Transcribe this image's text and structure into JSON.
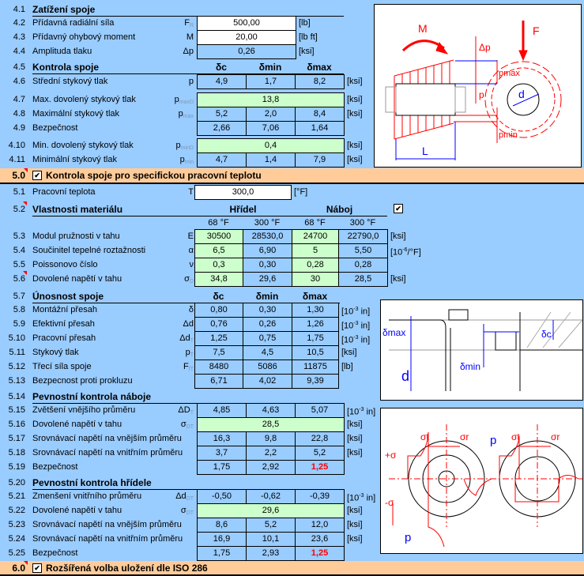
{
  "sections": {
    "s5_label": "Kontrola spoje pro specifickou pracovní teplotu",
    "s5_num": "5.0",
    "s6_label": "Rozšířená volba uložení dle ISO 286",
    "s6_num": "6.0",
    "checked_glyph": "✔"
  },
  "col_headers": [
    "δc",
    "δmin",
    "δmax"
  ],
  "material": {
    "shaft": "Hřídel",
    "hub": "Náboj",
    "temps": [
      "68 °F",
      "300 °F",
      "68 °F",
      "300 °F"
    ]
  },
  "rows": [
    {
      "num": "4.1",
      "label": "Zatížení spoje",
      "head": true
    },
    {
      "num": "4.2",
      "label": "Přídavná radiální síla",
      "sym": "F",
      "sub": "R",
      "span": true,
      "cells": [
        {
          "v": "500,00",
          "t": "input"
        }
      ],
      "unit": "[lb]"
    },
    {
      "num": "4.3",
      "label": "Přídavný ohybový moment",
      "sym": "M",
      "span": true,
      "cells": [
        {
          "v": "20,00",
          "t": "input"
        }
      ],
      "unit": "[lb ft]"
    },
    {
      "num": "4.4",
      "label": "Amplituda tlaku",
      "sym": "Δp",
      "span": true,
      "cells": [
        {
          "v": "0,26"
        }
      ],
      "unit": "[ksi]"
    },
    {
      "num": "4.5",
      "label": "Kontrola spoje",
      "head": true,
      "colh": true
    },
    {
      "num": "4.6",
      "label": "Střední stykový tlak",
      "sym": "p",
      "cells": [
        {
          "v": "4,9"
        },
        {
          "v": "1,7"
        },
        {
          "v": "8,2"
        }
      ],
      "unit": "[ksi]"
    },
    {
      "num": "4.7",
      "label": "Max. dovolený stykový tlak",
      "sym": "p",
      "sub": "maxD",
      "full": true,
      "cells": [
        {
          "v": "13,8",
          "t": "green"
        }
      ],
      "unit": "[ksi]"
    },
    {
      "num": "4.8",
      "label": "Maximální stykový tlak",
      "sym": "p",
      "sub": "max",
      "cells": [
        {
          "v": "5,2"
        },
        {
          "v": "2,0"
        },
        {
          "v": "8,4"
        }
      ],
      "unit": "[ksi]"
    },
    {
      "num": "4.9",
      "label": "Bezpečnost",
      "cells": [
        {
          "v": "2,66"
        },
        {
          "v": "7,06"
        },
        {
          "v": "1,64"
        }
      ]
    },
    {
      "num": "4.10",
      "label": "Min. dovolený stykový tlak",
      "sym": "p",
      "sub": "minD",
      "full": true,
      "cells": [
        {
          "v": "0,4",
          "t": "green"
        }
      ],
      "unit": "[ksi]"
    },
    {
      "num": "4.11",
      "label": "Minimální stykový tlak",
      "sym": "p",
      "sub": "min",
      "cells": [
        {
          "v": "4,7"
        },
        {
          "v": "1,4"
        },
        {
          "v": "7,9"
        }
      ],
      "unit": "[ksi]"
    },
    {
      "num": "5.1",
      "label": "Pracovní teplota",
      "sym": "T",
      "span": true,
      "cells": [
        {
          "v": "300,0",
          "t": "input"
        }
      ],
      "unit": "[°F]"
    },
    {
      "num": "5.2",
      "label": "Vlastnosti materiálu",
      "head": true,
      "mat": true
    },
    {
      "num": "5.3",
      "label": "Modul pružnosti v tahu",
      "sym": "E",
      "four": true,
      "cells": [
        {
          "v": "30500",
          "t": "green"
        },
        {
          "v": "28530,0"
        },
        {
          "v": "24700",
          "t": "green"
        },
        {
          "v": "22790,0"
        }
      ],
      "unit": "[ksi]"
    },
    {
      "num": "5.4",
      "label": "Součinitel tepelné roztažnosti",
      "sym": "α",
      "four": true,
      "cells": [
        {
          "v": "6,5",
          "t": "green"
        },
        {
          "v": "6,90"
        },
        {
          "v": "5",
          "t": "green"
        },
        {
          "v": "5,50"
        }
      ],
      "unit": "[10",
      "unit_sup": "-6",
      "unit_end": "/°F]"
    },
    {
      "num": "5.5",
      "label": "Poissonovo číslo",
      "sym": "ν",
      "four": true,
      "cells": [
        {
          "v": "0,3",
          "t": "green"
        },
        {
          "v": "0,30"
        },
        {
          "v": "0,28",
          "t": "green"
        },
        {
          "v": "0,28"
        }
      ]
    },
    {
      "num": "5.6",
      "label": "Dovolené napětí v tahu",
      "sym": "σ",
      "sub": "D",
      "four": true,
      "cells": [
        {
          "v": "34,8",
          "t": "green"
        },
        {
          "v": "29,6"
        },
        {
          "v": "30",
          "t": "green"
        },
        {
          "v": "28,5"
        }
      ],
      "unit": "[ksi]"
    },
    {
      "num": "5.7",
      "label": "Únosnost spoje",
      "head": true,
      "colh": true,
      "narrow": true
    },
    {
      "num": "5.8",
      "label": "Montážní přesah",
      "sym": "δ",
      "narrow": true,
      "cells": [
        {
          "v": "0,80"
        },
        {
          "v": "0,30"
        },
        {
          "v": "1,30"
        }
      ],
      "unit": "[10",
      "unit_sup": "-3",
      "unit_end": " in]"
    },
    {
      "num": "5.9",
      "label": "Efektivní přesah",
      "sym": "Δd",
      "narrow": true,
      "cells": [
        {
          "v": "0,76"
        },
        {
          "v": "0,26"
        },
        {
          "v": "1,26"
        }
      ],
      "unit": "[10",
      "unit_sup": "-3",
      "unit_end": " in]"
    },
    {
      "num": "5.10",
      "label": "Pracovní přesah",
      "sym": "Δd",
      "sub": "T",
      "narrow": true,
      "cells": [
        {
          "v": "1,25"
        },
        {
          "v": "0,75"
        },
        {
          "v": "1,75"
        }
      ],
      "unit": "[10",
      "unit_sup": "-3",
      "unit_end": " in]"
    },
    {
      "num": "5.11",
      "label": "Stykový tlak",
      "sym": "p",
      "sub": "T",
      "narrow": true,
      "cells": [
        {
          "v": "7,5"
        },
        {
          "v": "4,5"
        },
        {
          "v": "10,5"
        }
      ],
      "unit": "[ksi]"
    },
    {
      "num": "5.12",
      "label": "Třecí síla spoje",
      "sym": "F",
      "sub": "fT",
      "narrow": true,
      "cells": [
        {
          "v": "8480"
        },
        {
          "v": "5086"
        },
        {
          "v": "11875"
        }
      ],
      "unit": "[lb]"
    },
    {
      "num": "5.13",
      "label": "Bezpecnost proti prokluzu",
      "narrow": true,
      "cells": [
        {
          "v": "6,71"
        },
        {
          "v": "4,02"
        },
        {
          "v": "9,39"
        }
      ]
    },
    {
      "num": "5.14",
      "label": "Pevnostní kontrola náboje",
      "head": true
    },
    {
      "num": "5.15",
      "label": "Zvětšení vnějšího průměru",
      "sym": "ΔD",
      "sub": "T",
      "cells": [
        {
          "v": "4,85"
        },
        {
          "v": "4,63"
        },
        {
          "v": "5,07"
        }
      ],
      "unit": "[10",
      "unit_sup": "-3",
      "unit_end": " in]"
    },
    {
      "num": "5.16",
      "label": "Dovolené napětí v tahu",
      "sym": "σ",
      "sub": "DT",
      "full": true,
      "cells": [
        {
          "v": "28,5",
          "t": "green"
        }
      ],
      "unit": "[ksi]"
    },
    {
      "num": "5.17",
      "label": "Srovnávací napětí na vnějším průměru",
      "cells": [
        {
          "v": "16,3"
        },
        {
          "v": "9,8"
        },
        {
          "v": "22,8"
        }
      ],
      "unit": "[ksi]"
    },
    {
      "num": "5.18",
      "label": "Srovnávací napětí na vnitřním průměru",
      "cells": [
        {
          "v": "3,7"
        },
        {
          "v": "2,2"
        },
        {
          "v": "5,2"
        }
      ],
      "unit": "[ksi]"
    },
    {
      "num": "5.19",
      "label": "Bezpečnost",
      "cells": [
        {
          "v": "1,75"
        },
        {
          "v": "2,92"
        },
        {
          "v": "1,25",
          "t": "red"
        }
      ]
    },
    {
      "num": "5.20",
      "label": "Pevnostní kontrola hřídele",
      "head": true
    },
    {
      "num": "5.21",
      "label": "Zmenšení vnitřního průměru",
      "sym": "Δd",
      "sub": "DT",
      "cells": [
        {
          "v": "-0,50"
        },
        {
          "v": "-0,62"
        },
        {
          "v": "-0,39"
        }
      ],
      "unit": "[10",
      "unit_sup": "-3",
      "unit_end": " in]"
    },
    {
      "num": "5.22",
      "label": "Dovolené napětí v tahu",
      "sym": "σ",
      "sub": "DT",
      "full": true,
      "cells": [
        {
          "v": "29,6",
          "t": "green"
        }
      ],
      "unit": "[ksi]"
    },
    {
      "num": "5.23",
      "label": "Srovnávací napětí na vnějším průměru",
      "cells": [
        {
          "v": "8,6"
        },
        {
          "v": "5,2"
        },
        {
          "v": "12,0"
        }
      ],
      "unit": "[ksi]"
    },
    {
      "num": "5.24",
      "label": "Srovnávací napětí na vnitřním průměru",
      "cells": [
        {
          "v": "16,9"
        },
        {
          "v": "10,1"
        },
        {
          "v": "23,6"
        }
      ],
      "unit": "[ksi]"
    },
    {
      "num": "5.25",
      "label": "Bezpečnost",
      "cells": [
        {
          "v": "1,75"
        },
        {
          "v": "2,93"
        },
        {
          "v": "1,25",
          "t": "red"
        }
      ]
    }
  ],
  "diagrams": {
    "d1": {
      "M": "M",
      "FR": "F",
      "FR_sub": "R",
      "dp": "Δp",
      "pmax": "pmax",
      "p": "p",
      "pmin": "pmin",
      "d": "d",
      "L": "L"
    },
    "d2": {
      "dmax": "δmax",
      "dc": "δc",
      "dmin": "δmin",
      "d": "d"
    },
    "d3": {
      "st": "σt",
      "sr": "σr",
      "plus": "+σ",
      "minus": "-σ",
      "p": "p"
    }
  },
  "colors": {
    "background": "#99ccff",
    "band": "#ffcc99",
    "green": "#ccffcc",
    "red": "#ff0000",
    "diagram_red": "#ff0000",
    "diagram_blue": "#0000ff"
  }
}
